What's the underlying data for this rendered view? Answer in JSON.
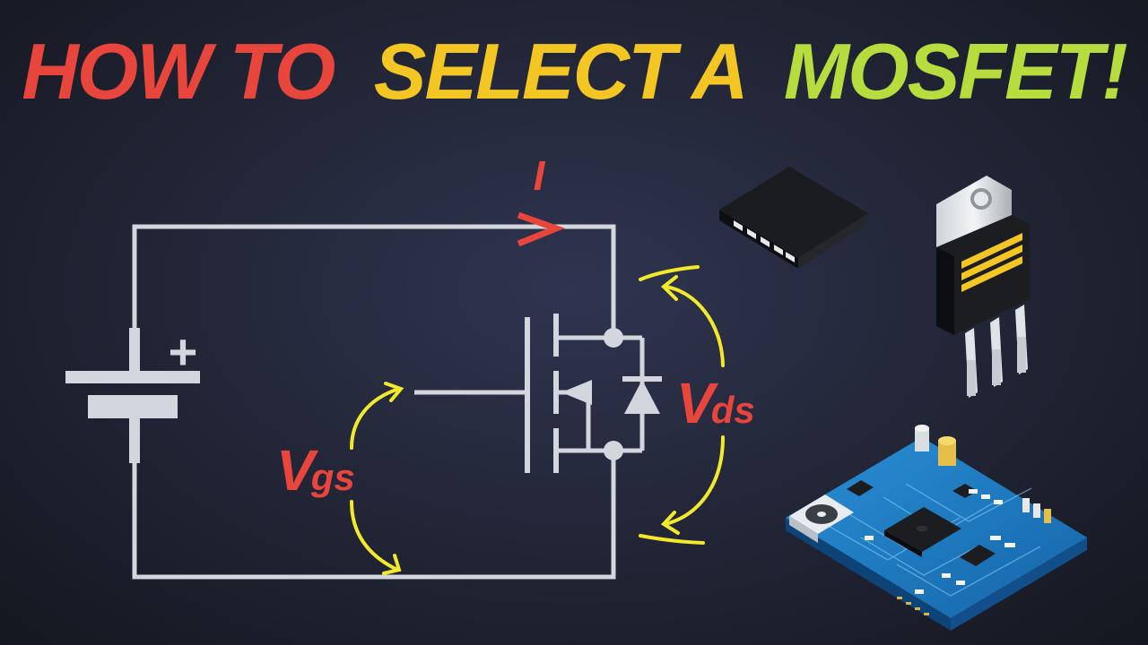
{
  "title": {
    "part1": "HOW TO",
    "part2": "SELECT A",
    "part3": "MOSFET!",
    "colors": {
      "part1": "#e8453c",
      "part2": "#f3c623",
      "part3": "#b6dc3e"
    }
  },
  "labels": {
    "current": "I",
    "battery_plus": "+",
    "vgs_main": "V",
    "vgs_sub": "gs",
    "vds_main": "V",
    "vds_sub": "ds"
  },
  "colors": {
    "wire": "#d3d6dc",
    "label": "#e8453c",
    "arrow": "#f2e92a"
  },
  "icons": {
    "smd": "smd-package-icon",
    "to220": "to220-package-icon",
    "board": "circuit-board-icon"
  }
}
